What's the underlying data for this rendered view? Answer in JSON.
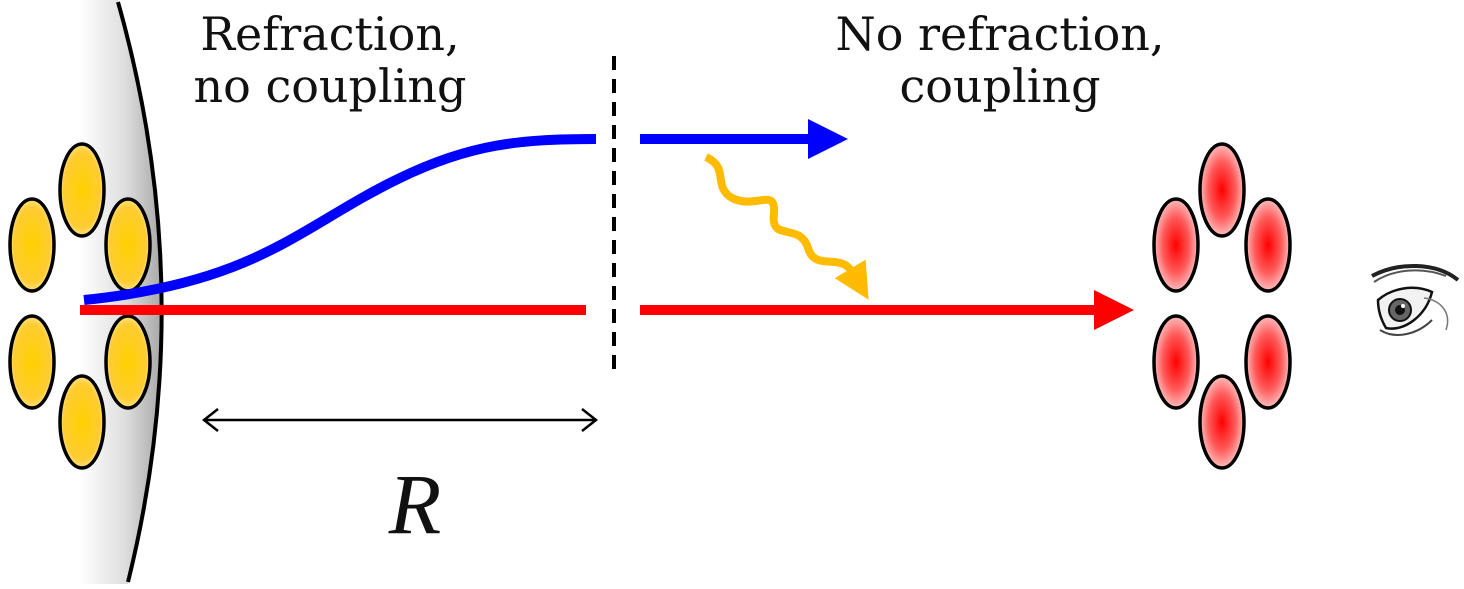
{
  "labels": {
    "left_line1": "Refraction,",
    "left_line2": "no coupling",
    "right_line1": "No refraction,",
    "right_line2": "coupling",
    "distance": "R"
  },
  "colors": {
    "blue_ray": "#0000ff",
    "red_ray": "#ff0000",
    "wavy_photon": "#ffbb00",
    "source_fill": "#ffc400",
    "detector_fill": "#ff0000",
    "mirror_shade": "#bdbdbd"
  },
  "icons": {
    "observer": "eye-icon",
    "distance_marker": "double-arrow-icon"
  }
}
